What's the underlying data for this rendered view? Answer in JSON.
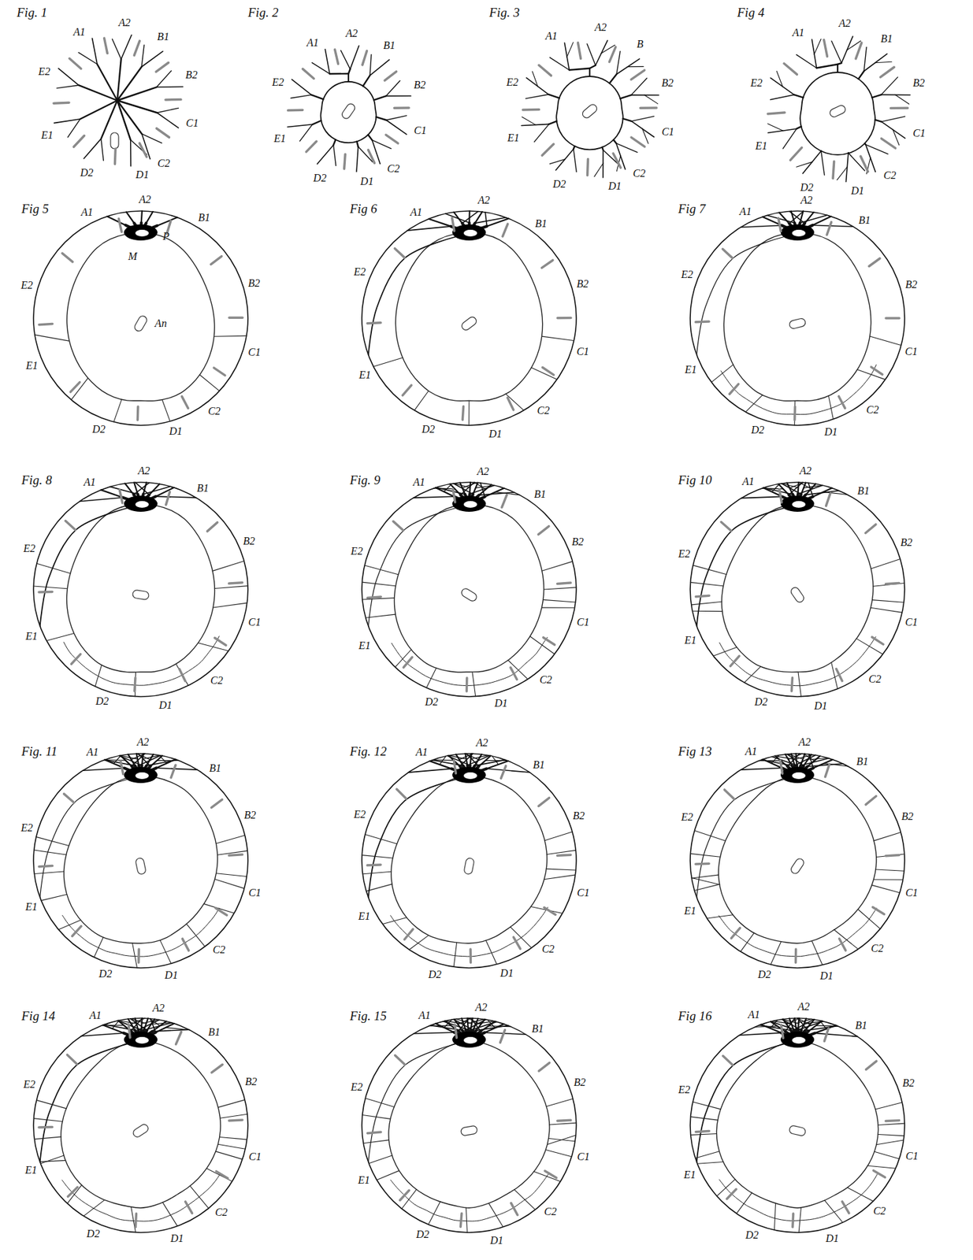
{
  "diagram": {
    "labels": [
      "Fig. 1",
      "A1",
      "A2",
      "B1",
      "B2",
      "C1",
      "C2",
      "D1",
      "D2",
      "E1",
      "E2",
      "Fig. 2",
      "A1",
      "A2",
      "B1",
      "B2",
      "C1",
      "C2",
      "D1",
      "D2",
      "E1",
      "E2",
      "Fig. 3",
      "A1",
      "A2",
      "B",
      "B2",
      "C1",
      "C2",
      "D1",
      "D2",
      "E1",
      "E2",
      "Fig 4",
      "A1",
      "A2",
      "B1",
      "B2",
      "C1",
      "C2",
      "D1",
      "D2",
      "E1",
      "E2",
      "Fig 5",
      "A1",
      "A2",
      "B1",
      "B2",
      "C1",
      "C2",
      "D1",
      "D2",
      "E1",
      "E2",
      "P",
      "M",
      "An",
      "Fig 6",
      "A1",
      "A2",
      "B1",
      "B2",
      "C1",
      "C2",
      "D1",
      "D2",
      "E1",
      "E2",
      "Fig 7",
      "A1",
      "A2",
      "B1",
      "B2",
      "C1",
      "C2",
      "D1",
      "D2",
      "E1",
      "E2",
      "Fig. 8",
      "A1",
      "A2",
      "B1",
      "B2",
      "C1",
      "C2",
      "D1",
      "D2",
      "E1",
      "E2",
      "Fig. 9",
      "A1",
      "A2",
      "B1",
      "B2",
      "C1",
      "C2",
      "D1",
      "D2",
      "E1",
      "E2",
      "Fig 10",
      "A1",
      "A2",
      "B1",
      "B2",
      "C1",
      "C2",
      "D1",
      "D2",
      "E1",
      "E2",
      "Fig. 11",
      "A1",
      "A2",
      "B1",
      "B2",
      "C1",
      "C2",
      "D1",
      "D2",
      "E1",
      "E2",
      "Fig. 12",
      "A1",
      "A2",
      "B1",
      "B2",
      "C1",
      "C2",
      "D1",
      "D2",
      "E1",
      "E2",
      "Fig 13",
      "A1",
      "A2",
      "B1",
      "B2",
      "C1",
      "C2",
      "D1",
      "D2",
      "E1",
      "E2",
      "Fig 14",
      "A1",
      "A2",
      "B1",
      "B2",
      "C1",
      "C2",
      "D1",
      "D2",
      "E1",
      "E2",
      "Fig. 15",
      "A1",
      "A2",
      "B1",
      "B2",
      "C1",
      "C2",
      "D1",
      "D2",
      "E1",
      "E2",
      "Fig 16",
      "A1",
      "A2",
      "B1",
      "B2",
      "C1",
      "C2",
      "D1",
      "D2",
      "E1",
      "E2"
    ]
  }
}
